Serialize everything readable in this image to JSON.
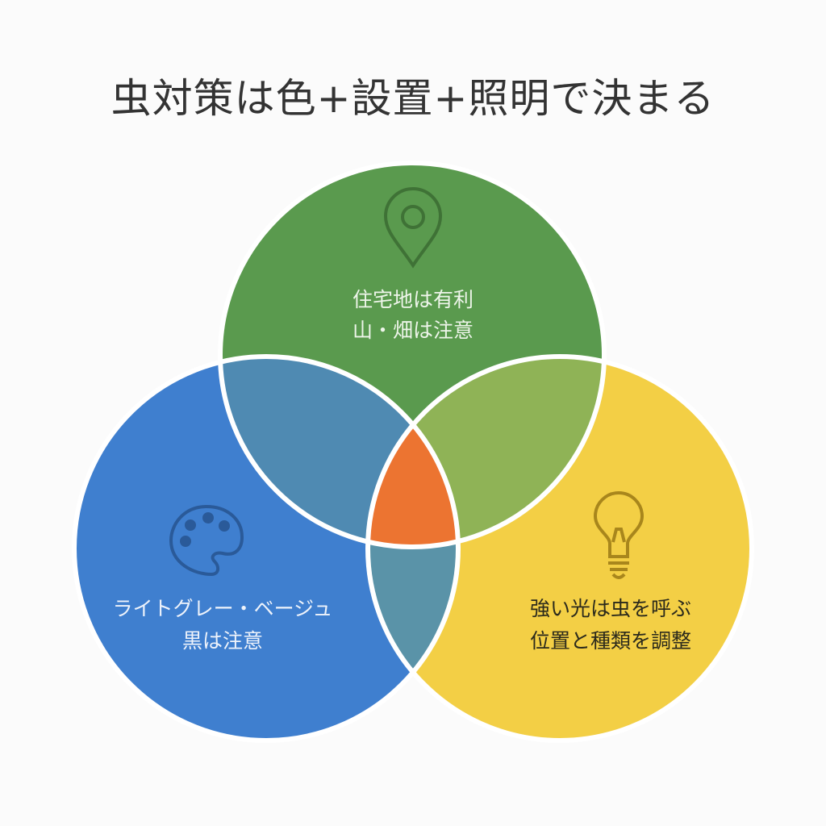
{
  "title": "虫対策は色+設置+照明で決まる",
  "circles": {
    "location": {
      "icon": "map-pin-icon",
      "line1": "住宅地は有利",
      "line2": "山・畑は注意",
      "color": "#5a9a4e"
    },
    "color": {
      "icon": "palette-icon",
      "line1": "ライトグレー・ベージュ",
      "line2": "黒は注意",
      "color": "#3f7fcf"
    },
    "lighting": {
      "icon": "lightbulb-icon",
      "line1": "強い光は虫を呼ぶ",
      "line2": "位置と種類を調整",
      "color": "#f3cf45"
    }
  },
  "overlaps": {
    "location_color": "#4f8ab2",
    "location_lighting": "#8fb356",
    "color_lighting": "#5a93a8",
    "center": "#ec7431"
  }
}
